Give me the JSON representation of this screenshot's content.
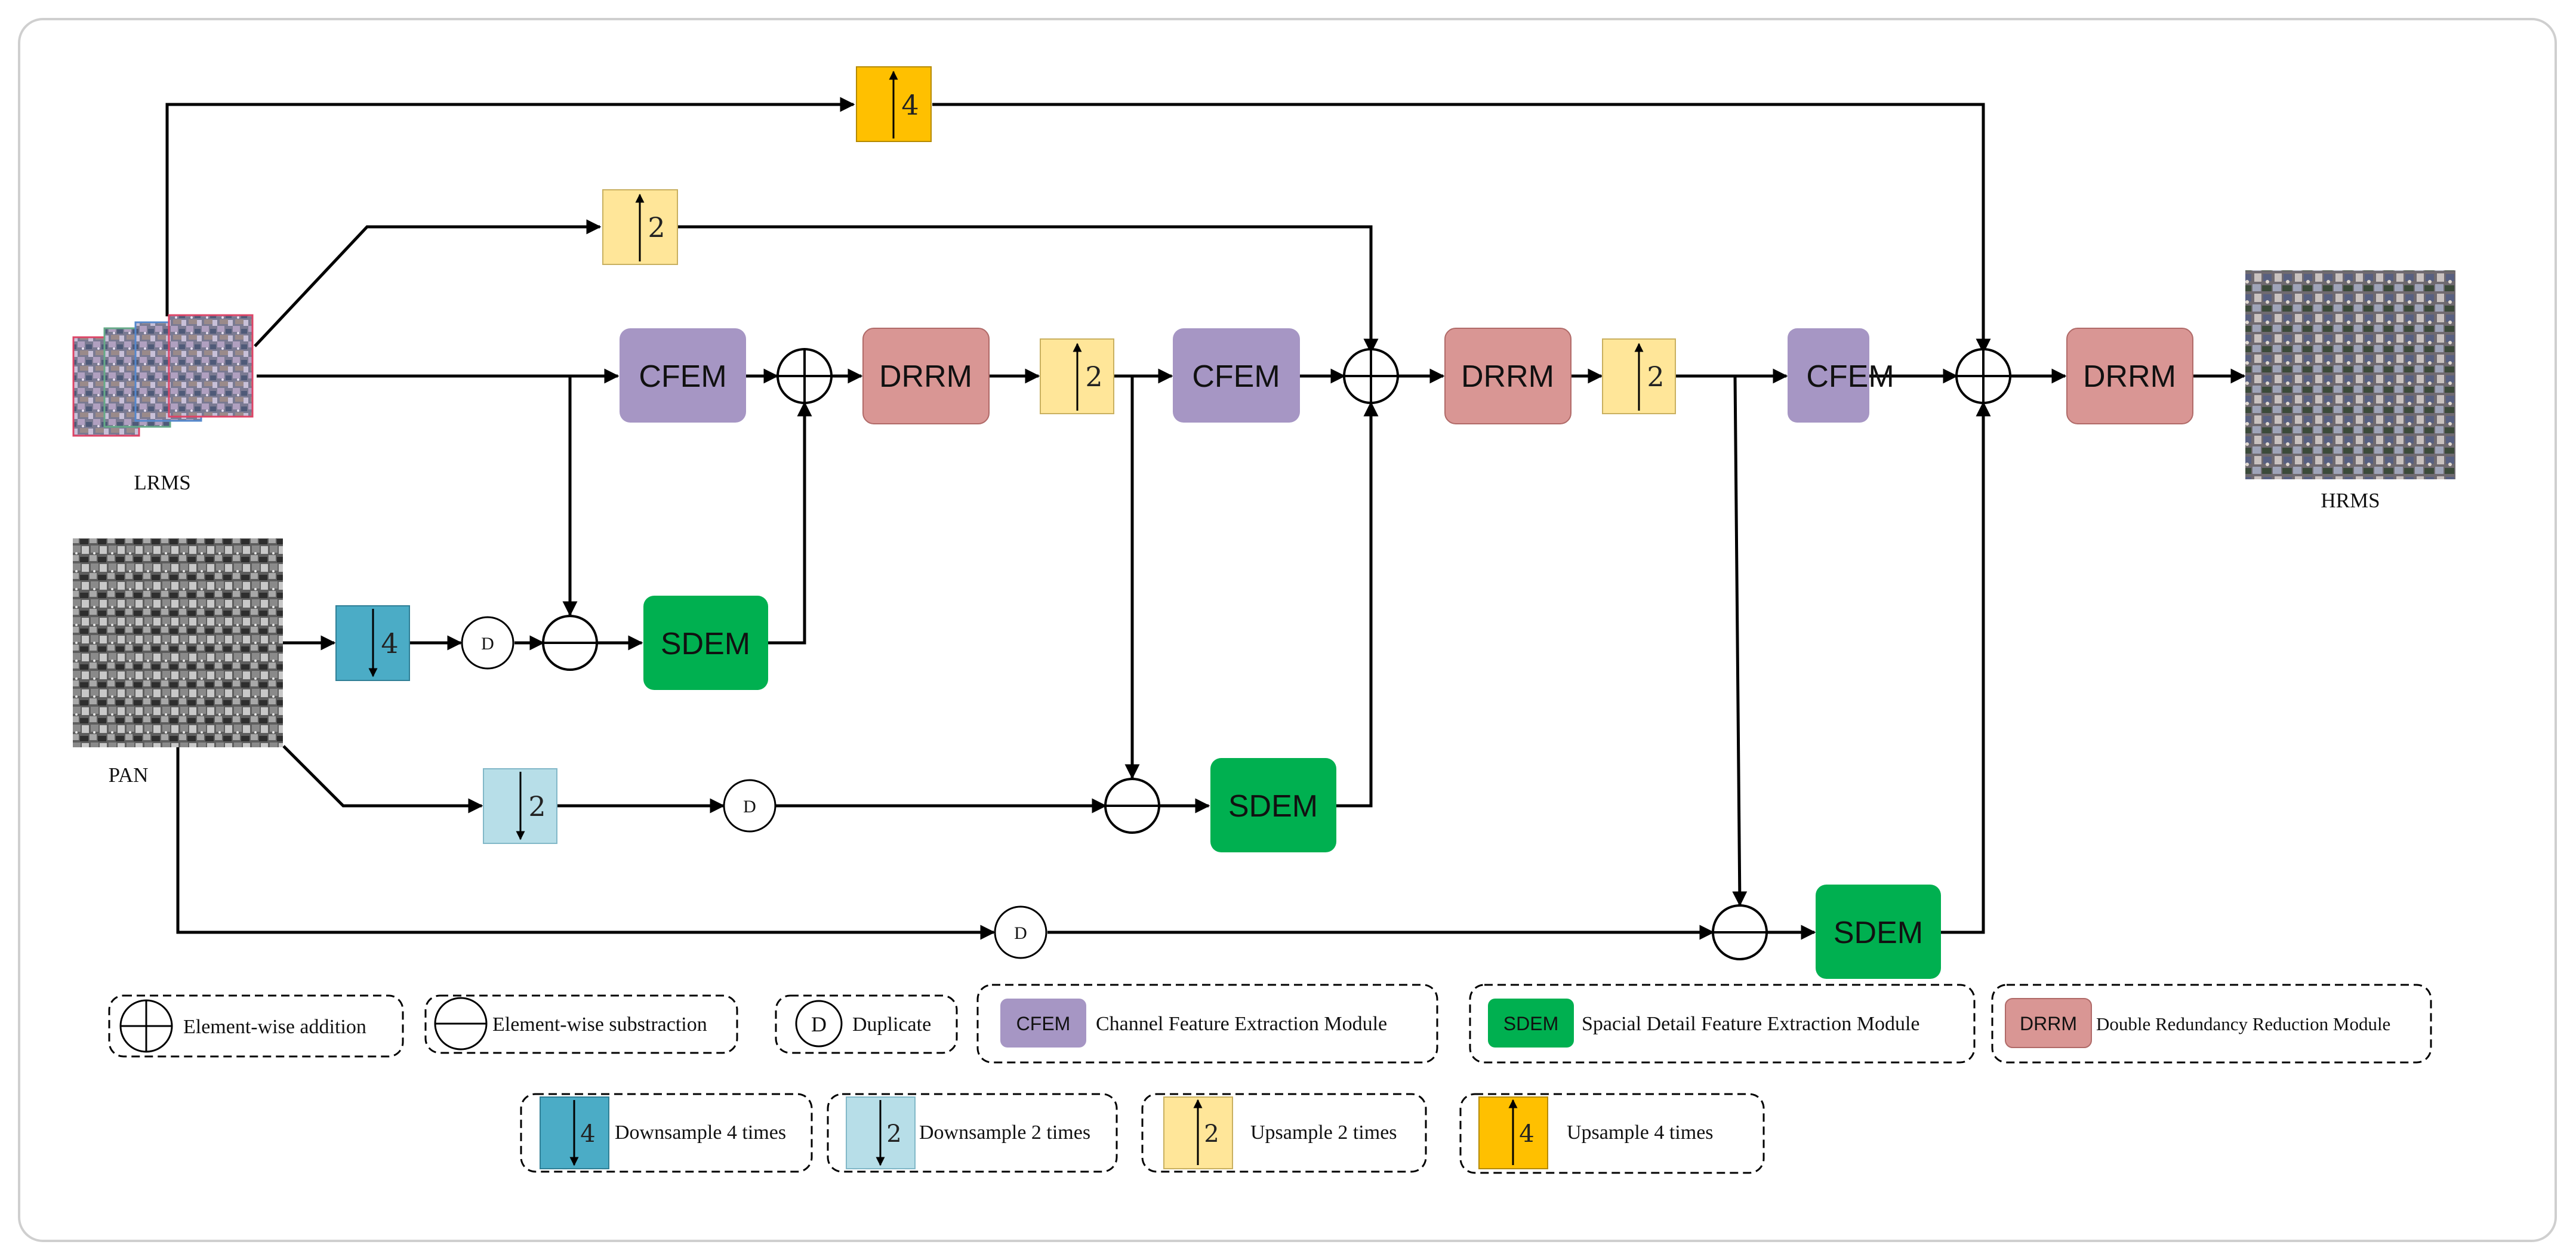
{
  "labels": {
    "lrms": "LRMS",
    "pan": "PAN",
    "hrms": "HRMS",
    "cfem": "CFEM",
    "sdem": "SDEM",
    "drrm": "DRRM",
    "duplicate_symbol": "D",
    "up4": "4",
    "up2": "2",
    "down4": "4",
    "down2": "2"
  },
  "legend": {
    "addition": "Element-wise addition",
    "subtraction": "Element-wise substraction",
    "duplicate": "Duplicate",
    "cfem_abbr": "CFEM",
    "cfem": "Channel Feature Extraction Module",
    "sdem_abbr": "SDEM",
    "sdem": "Spacial Detail Feature Extraction Module",
    "drrm_abbr": "DRRM",
    "drrm": "Double Redundancy Reduction Module",
    "down4": "Downsample 4 times",
    "down2": "Downsample 2 times",
    "up2": "Upsample 2 times",
    "up4": "Upsample 4 times"
  },
  "colors": {
    "cfem": "#a696c4",
    "sdem": "#00b050",
    "drrm": "#d99694",
    "up2": "#ffe699",
    "up4": "#ffc000",
    "down4": "#4bacc6",
    "down2": "#b7dee8",
    "frame": "#cfcfcf"
  }
}
